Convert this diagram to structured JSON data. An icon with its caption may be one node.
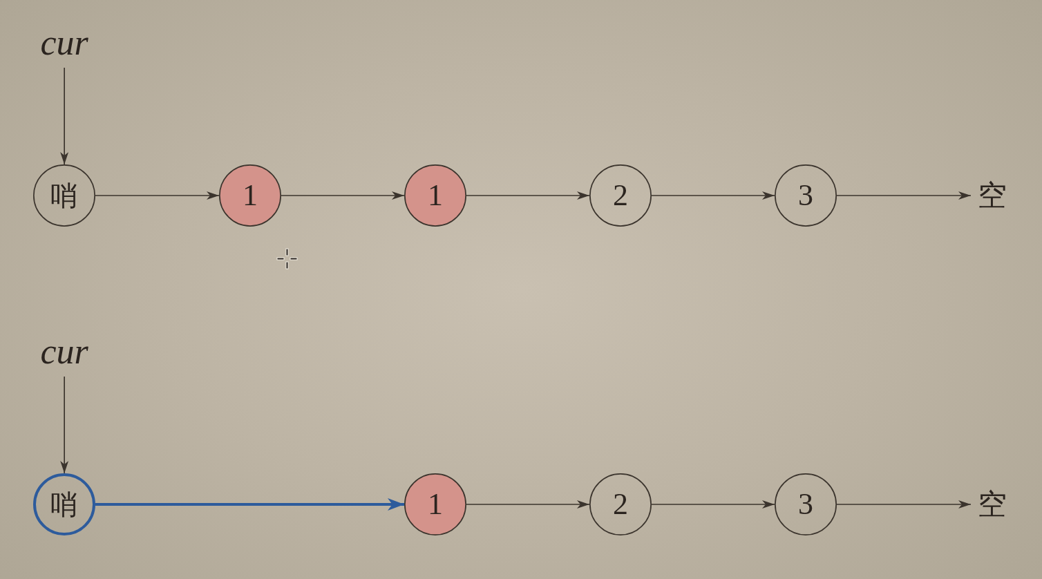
{
  "diagram": {
    "nodes": [
      {
        "text": [
          "cur"
        ]
      },
      {
        "text": [
          "哨"
        ]
      },
      {
        "text": [
          "1"
        ]
      },
      {
        "text": [
          "1"
        ]
      },
      {
        "text": [
          "2"
        ]
      },
      {
        "text": [
          "3"
        ]
      },
      {
        "text": [
          "空"
        ]
      },
      {
        "text": [
          "cur"
        ]
      },
      {
        "text": [
          "哨"
        ]
      },
      {
        "text": [
          "1"
        ]
      },
      {
        "text": [
          "2"
        ]
      },
      {
        "text": [
          "3"
        ]
      },
      {
        "text": [
          "空"
        ]
      }
    ],
    "edges": [
      {
        "from": 0,
        "to": 1,
        "arrow": "to"
      },
      {
        "from": 1,
        "to": 2,
        "arrow": "to"
      },
      {
        "from": 2,
        "to": 3,
        "arrow": "to"
      },
      {
        "from": 3,
        "to": 4,
        "arrow": "to"
      },
      {
        "from": 4,
        "to": 5,
        "arrow": "to"
      },
      {
        "from": 5,
        "to": 6,
        "arrow": "to"
      },
      {
        "from": 7,
        "to": 8,
        "arrow": "to"
      },
      {
        "from": 8,
        "to": 9,
        "arrow": "to",
        "style": "thick",
        "color": "#2d5b9c"
      },
      {
        "from": 9,
        "to": 10,
        "arrow": "to"
      },
      {
        "from": 10,
        "to": 11,
        "arrow": "to"
      },
      {
        "from": 11,
        "to": 12,
        "arrow": "to"
      }
    ]
  }
}
